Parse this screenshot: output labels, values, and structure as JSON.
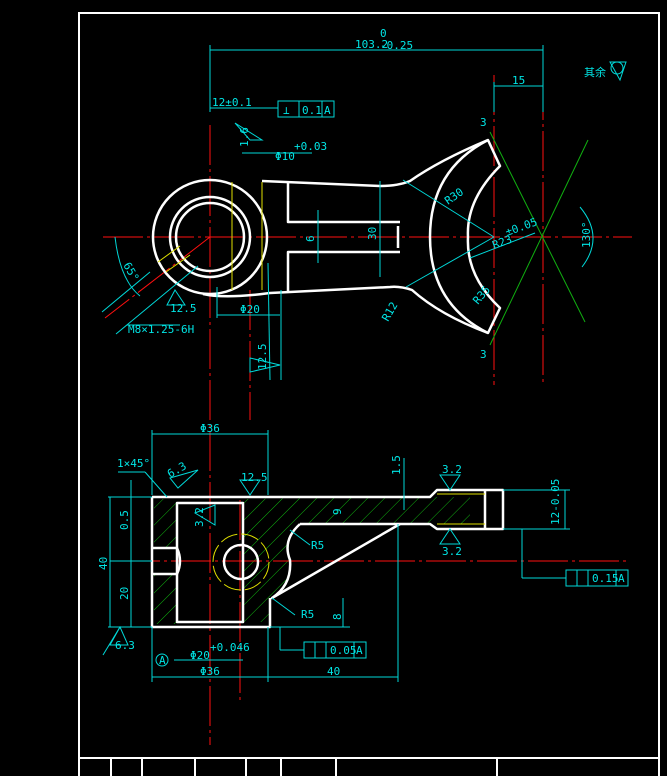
{
  "colors": {
    "background": "#000000",
    "outline": "#ffffff",
    "dimension": "#00e5e5",
    "centerline": "#ff1010",
    "hatch": "#10b010",
    "hidden": "#e0e000"
  },
  "top_view": {
    "overall_length": "103.2",
    "overall_tol_upper": "0",
    "overall_tol_lower": "-0.25",
    "offset_dim": "12±0.1",
    "fcf_perpendicularity": {
      "symbol": "⊥",
      "value": "0.1",
      "datum": "A"
    },
    "dim_15": "15",
    "roughness_rest": "其余",
    "dim_3_top": "3",
    "dim_3_bottom": "3",
    "roughness_bore": "1.6",
    "bore_dia": "Φ10",
    "bore_tol": "+0.03",
    "r30": "R30",
    "r23": "R23",
    "r23_tol": "±0.05",
    "r12": "R12",
    "r35": "R35",
    "arm_width": "30",
    "slot_width": "6",
    "angle_130": "130°",
    "angle_65": "65°",
    "thread": "M8×1.25-6H",
    "roughness_thread": "12.5",
    "boss_dia": "Φ20",
    "roughness_boss": "12.5"
  },
  "section_view": {
    "top_dia": "Φ36",
    "chamfer": "1×45°",
    "roughness_chamfer": "6.3",
    "roughness_top": "12.5",
    "plate_offset": "1.5",
    "roughness_tip_top": "3.2",
    "roughness_tip_bottom": "3.2",
    "tip_thickness": "12-0.05",
    "plate_thickness": "9",
    "r5_upper": "R5",
    "r5_lower": "R5",
    "rib_height": "8",
    "roughness_bore": "3.2",
    "dim_05": "0.5",
    "height_40": "40",
    "height_20": "20",
    "roughness_base": "6.3",
    "datum": "A",
    "bore_dia": "Φ20",
    "bore_tol": "+0.046",
    "bottom_dia": "Φ36",
    "dim_40": "40",
    "fcf_flatness": {
      "value": "0.05",
      "datum": "A"
    },
    "fcf_parallel": {
      "value": "0.15",
      "datum": "A"
    }
  }
}
